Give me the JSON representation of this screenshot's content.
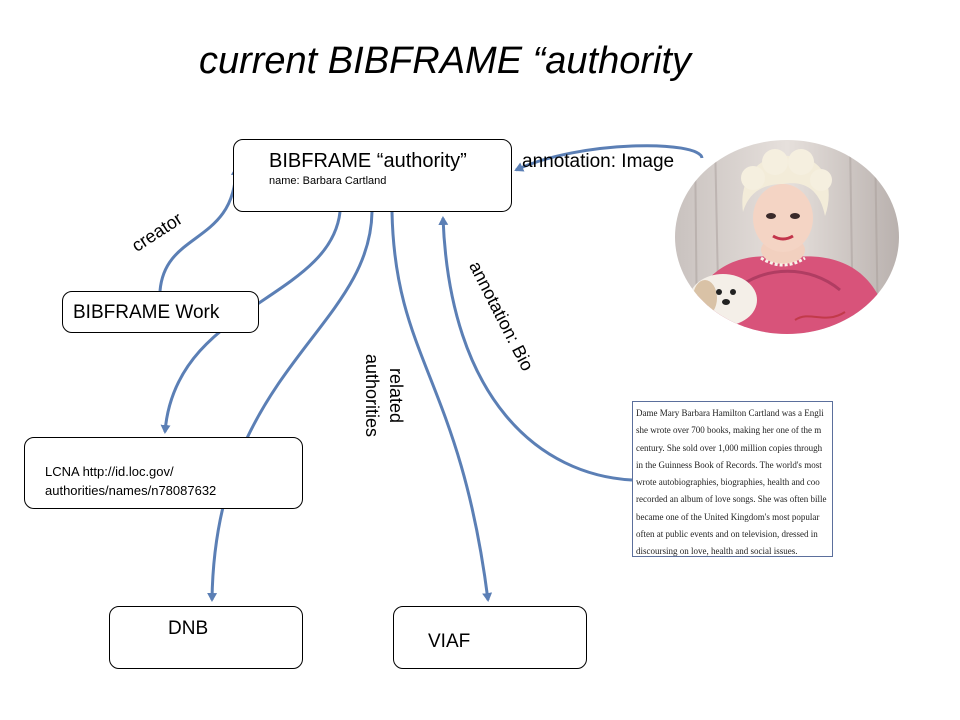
{
  "title": "current BIBFRAME “authority",
  "nodes": {
    "authority": {
      "label": "BIBFRAME “authority”",
      "name": "name: Barbara Cartland"
    },
    "work": {
      "label": "BIBFRAME Work"
    },
    "lcna": {
      "line1": "LCNA http://id.loc.gov/",
      "line2": "authorities/names/n78087632"
    },
    "dnb": {
      "label": "DNB"
    },
    "viaf": {
      "label": "VIAF"
    }
  },
  "edges": {
    "creator": "creator",
    "annotation_image": "annotation: Image",
    "annotation_bio": "annotation: Bio",
    "related_line1": "related",
    "related_line2": "authorities"
  },
  "bio_text": [
    "Dame Mary Barbara Hamilton Cartland was a Engli",
    "she wrote over 700 books, making her one of the m",
    "century. She sold over 1,000 million copies through",
    "in the Guinness Book of Records. The world's most",
    "wrote autobiographies, biographies, health and coo",
    "recorded an album of love songs. She was often bille",
    "became one of the United Kingdom's most popular",
    "often at public events and on television, dressed in",
    "discoursing on love, health and social issues."
  ],
  "colors": {
    "arrow": "#5b7fb5",
    "box_border": "#000000",
    "dress": "#d8537a"
  }
}
